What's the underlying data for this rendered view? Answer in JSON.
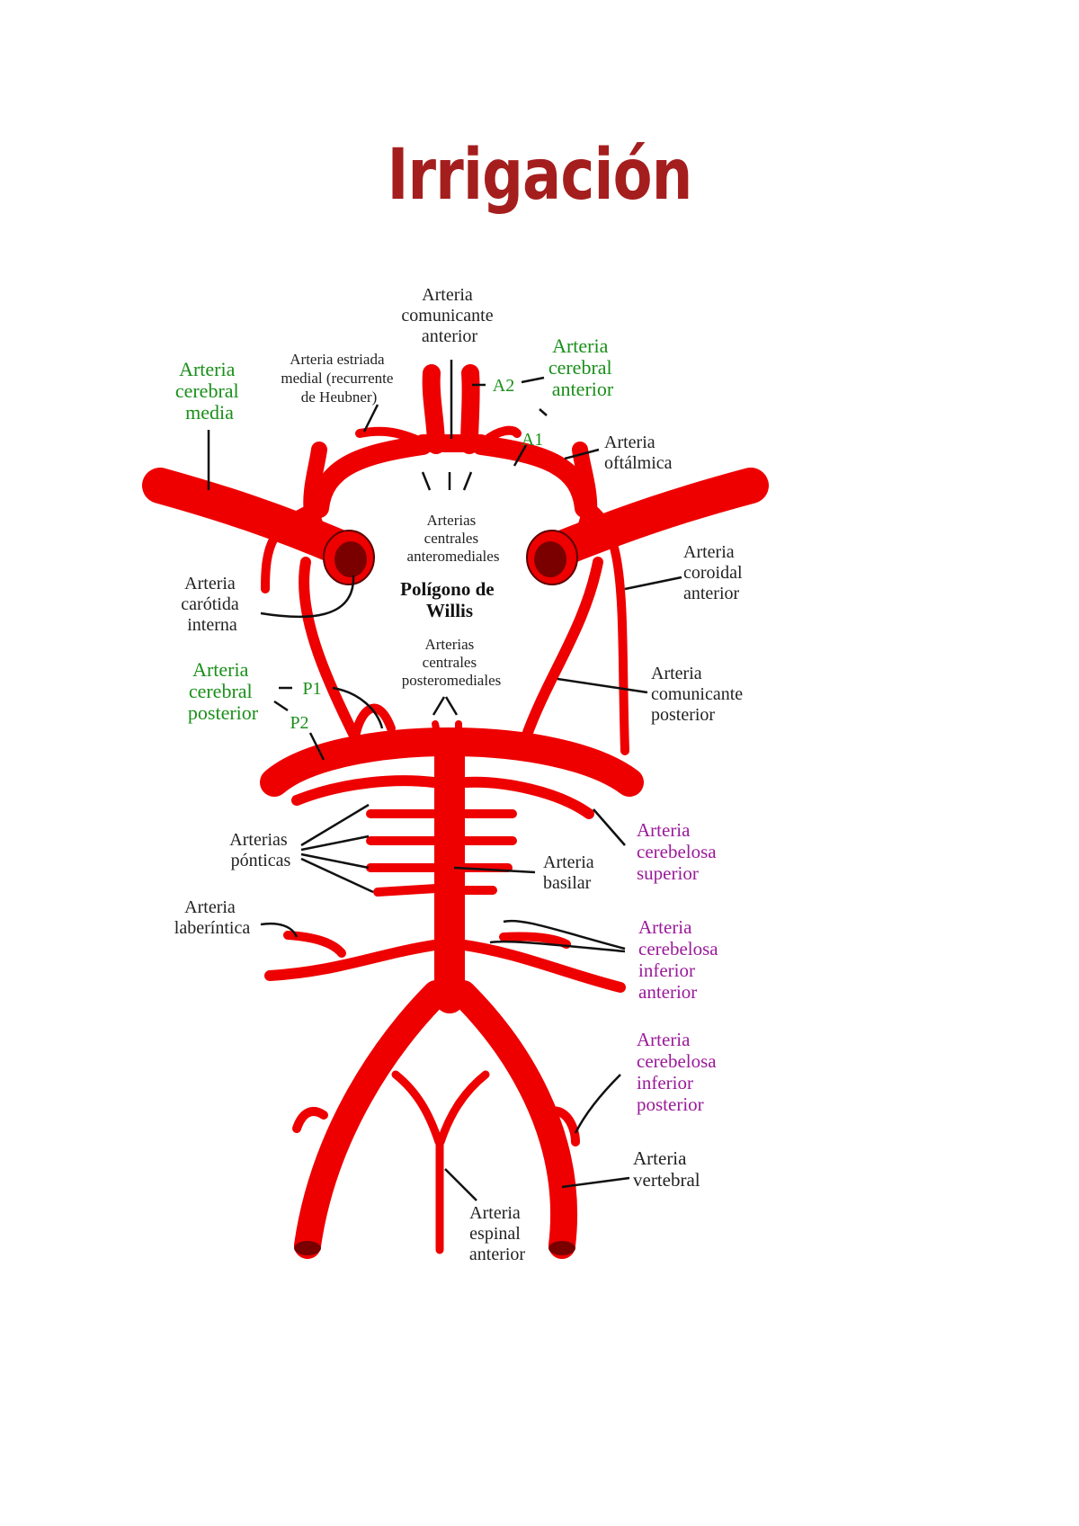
{
  "title": "Irrigación",
  "colors": {
    "title": "#a51e1e",
    "artery": "#ee0000",
    "artery_dark": "#7a0000",
    "label_black": "#222222",
    "label_green": "#1a8f1a",
    "label_purple": "#9a1a9a"
  },
  "labels": {
    "comunicante_anterior": [
      "Arteria",
      "comunicante",
      "anterior"
    ],
    "estriada_medial": [
      "Arteria estriada",
      "medial (recurrente",
      "de Heubner)"
    ],
    "cerebral_media": [
      "Arteria",
      "cerebral",
      "media"
    ],
    "cerebral_anterior": [
      "Arteria",
      "cerebral",
      "anterior"
    ],
    "a2": "A2",
    "a1": "A1",
    "oftalmica": [
      "Arteria",
      "oftálmica"
    ],
    "centrales_anteromediales": [
      "Arterias",
      "centrales",
      "anteromediales"
    ],
    "poligono": [
      "Polígono de",
      "Willis"
    ],
    "carotida_interna": [
      "Arteria",
      "carótida",
      "interna"
    ],
    "coroidal_anterior": [
      "Arteria",
      "coroidal",
      "anterior"
    ],
    "centrales_posteromediales": [
      "Arterias",
      "centrales",
      "posteromediales"
    ],
    "cerebral_posterior": [
      "Arteria",
      "cerebral",
      "posterior"
    ],
    "p1": "P1",
    "p2": "P2",
    "comunicante_posterior": [
      "Arteria",
      "comunicante",
      "posterior"
    ],
    "cerebelosa_superior": [
      "Arteria",
      "cerebelosa",
      "superior"
    ],
    "ponticas": [
      "Arterias",
      "pónticas"
    ],
    "basilar": [
      "Arteria",
      "basilar"
    ],
    "laberintica": [
      "Arteria",
      "laberíntica"
    ],
    "cerebelosa_inferior_anterior": [
      "Arteria",
      "cerebelosa",
      "inferior",
      "anterior"
    ],
    "cerebelosa_inferior_posterior": [
      "Arteria",
      "cerebelosa",
      "inferior",
      "posterior"
    ],
    "vertebral": [
      "Arteria",
      "vertebral"
    ],
    "espinal_anterior": [
      "Arteria",
      "espinal",
      "anterior"
    ]
  }
}
